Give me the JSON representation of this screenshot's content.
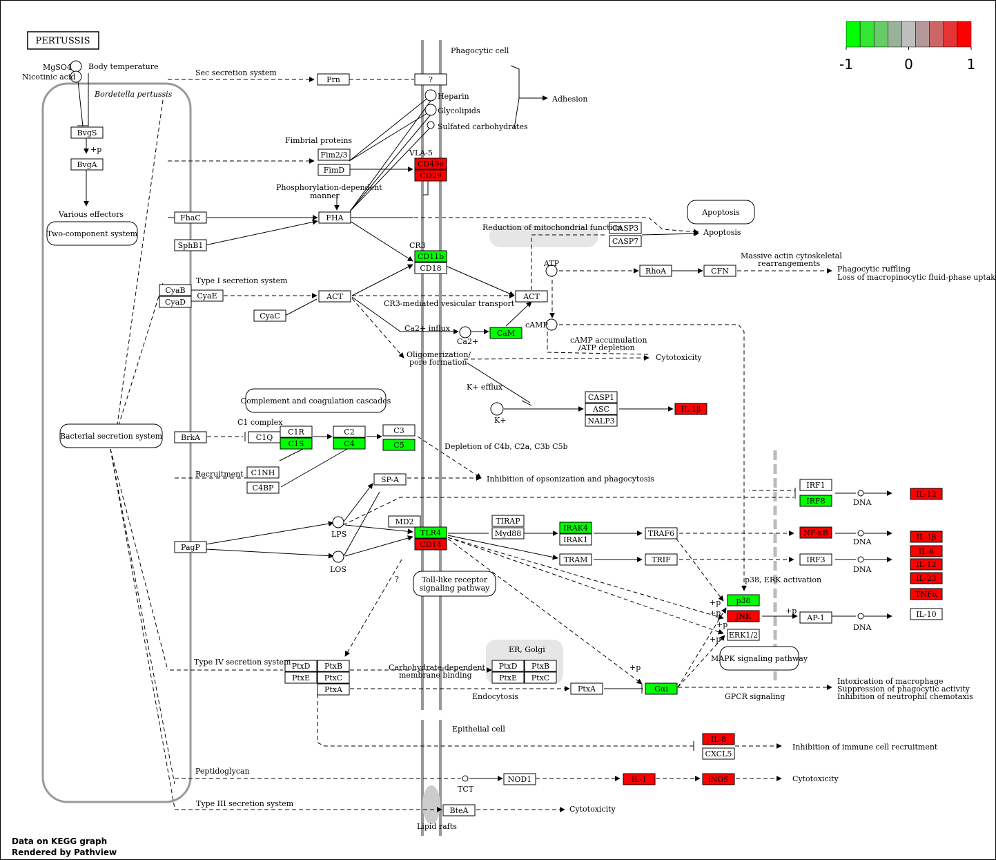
{
  "title": "PERTUSSIS",
  "footer": {
    "line1": "Data on KEGG graph",
    "line2": "Rendered by Pathview"
  },
  "legend": {
    "labels": [
      "-1",
      "0",
      "1"
    ],
    "colors": [
      "#00ff00",
      "#33e633",
      "#66cc66",
      "#99b399",
      "#bebebe",
      "#b39999",
      "#cc6666",
      "#e63333",
      "#ff0000"
    ]
  },
  "colors": {
    "up": "#ff0000",
    "down": "#00ff00",
    "none": "#ffffff",
    "membrane": "#999999",
    "region": "#e6e6e6"
  },
  "nodes": [
    {
      "id": "prn",
      "label": "Prn",
      "fill": "none"
    },
    {
      "id": "q",
      "label": "?",
      "fill": "none"
    },
    {
      "id": "bvgs",
      "label": "BvgS",
      "fill": "none"
    },
    {
      "id": "bvga",
      "label": "BvgA",
      "fill": "none"
    },
    {
      "id": "fim23",
      "label": "Fim2/3",
      "fill": "none"
    },
    {
      "id": "fimd",
      "label": "FimD",
      "fill": "none"
    },
    {
      "id": "cd49e",
      "label": "CD49e",
      "fill": "up"
    },
    {
      "id": "cd29",
      "label": "CD29",
      "fill": "up"
    },
    {
      "id": "fhac",
      "label": "FhaC",
      "fill": "none"
    },
    {
      "id": "fha",
      "label": "FHA",
      "fill": "none"
    },
    {
      "id": "sphb1",
      "label": "SphB1",
      "fill": "none"
    },
    {
      "id": "casp3",
      "label": "CASP3",
      "fill": "none"
    },
    {
      "id": "casp7",
      "label": "CASP7",
      "fill": "none"
    },
    {
      "id": "cd11b",
      "label": "CD11b",
      "fill": "down"
    },
    {
      "id": "cd18",
      "label": "CD18",
      "fill": "none"
    },
    {
      "id": "rhoa",
      "label": "RhoA",
      "fill": "none"
    },
    {
      "id": "cfn",
      "label": "CFN",
      "fill": "none"
    },
    {
      "id": "cyab",
      "label": "CyaB",
      "fill": "none"
    },
    {
      "id": "cyad",
      "label": "CyaD",
      "fill": "none"
    },
    {
      "id": "cyae",
      "label": "CyaE",
      "fill": "none"
    },
    {
      "id": "act1",
      "label": "ACT",
      "fill": "none"
    },
    {
      "id": "act2",
      "label": "ACT",
      "fill": "none"
    },
    {
      "id": "cyac",
      "label": "CyaC",
      "fill": "none"
    },
    {
      "id": "cam",
      "label": "CaM",
      "fill": "down"
    },
    {
      "id": "casp1",
      "label": "CASP1",
      "fill": "none"
    },
    {
      "id": "asc",
      "label": "ASC",
      "fill": "none"
    },
    {
      "id": "nalp3",
      "label": "NALP3",
      "fill": "none"
    },
    {
      "id": "il1b_a",
      "label": "IL-1β",
      "fill": "up"
    },
    {
      "id": "brka",
      "label": "BrkA",
      "fill": "none"
    },
    {
      "id": "c1q",
      "label": "C1Q",
      "fill": "none"
    },
    {
      "id": "c1r",
      "label": "C1R",
      "fill": "none"
    },
    {
      "id": "c1s",
      "label": "C1S",
      "fill": "down"
    },
    {
      "id": "c2",
      "label": "C2",
      "fill": "none"
    },
    {
      "id": "c4",
      "label": "C4",
      "fill": "down"
    },
    {
      "id": "c3",
      "label": "C3",
      "fill": "none"
    },
    {
      "id": "c5",
      "label": "C5",
      "fill": "down"
    },
    {
      "id": "c1nh",
      "label": "C1NH",
      "fill": "none"
    },
    {
      "id": "c4bp",
      "label": "C4BP",
      "fill": "none"
    },
    {
      "id": "spa",
      "label": "SP-A",
      "fill": "none"
    },
    {
      "id": "irf1",
      "label": "IRF1",
      "fill": "none"
    },
    {
      "id": "irf8",
      "label": "IRF8",
      "fill": "down"
    },
    {
      "id": "il12_a",
      "label": "IL-12",
      "fill": "up"
    },
    {
      "id": "md2",
      "label": "MD2",
      "fill": "none"
    },
    {
      "id": "tlr4",
      "label": "TLR4",
      "fill": "down"
    },
    {
      "id": "cd14",
      "label": "CD14",
      "fill": "up"
    },
    {
      "id": "tirap",
      "label": "TIRAP",
      "fill": "none"
    },
    {
      "id": "myd88",
      "label": "Myd88",
      "fill": "none"
    },
    {
      "id": "irak4",
      "label": "IRAK4",
      "fill": "down"
    },
    {
      "id": "irak1",
      "label": "IRAK1",
      "fill": "none"
    },
    {
      "id": "traf6",
      "label": "TRAF6",
      "fill": "none"
    },
    {
      "id": "nfkb",
      "label": "NF-κB",
      "fill": "up"
    },
    {
      "id": "pagp",
      "label": "PagP",
      "fill": "none"
    },
    {
      "id": "tram",
      "label": "TRAM",
      "fill": "none"
    },
    {
      "id": "trif",
      "label": "TRIF",
      "fill": "none"
    },
    {
      "id": "irf3",
      "label": "IRF3",
      "fill": "none"
    },
    {
      "id": "il1b_b",
      "label": "IL-1β",
      "fill": "up"
    },
    {
      "id": "il6",
      "label": "IL-6",
      "fill": "up"
    },
    {
      "id": "il12_b",
      "label": "IL-12",
      "fill": "up"
    },
    {
      "id": "il23",
      "label": "IL-23",
      "fill": "up"
    },
    {
      "id": "tnfa",
      "label": "TNFα",
      "fill": "up"
    },
    {
      "id": "il10",
      "label": "IL-10",
      "fill": "none"
    },
    {
      "id": "p38",
      "label": "p38",
      "fill": "down"
    },
    {
      "id": "jnk",
      "label": "JNK",
      "fill": "up"
    },
    {
      "id": "erk",
      "label": "ERK1/2",
      "fill": "none"
    },
    {
      "id": "ap1",
      "label": "AP-1",
      "fill": "none"
    },
    {
      "id": "ptxd1",
      "label": "PtxD",
      "fill": "none"
    },
    {
      "id": "ptxb1",
      "label": "PtxB",
      "fill": "none"
    },
    {
      "id": "ptxe1",
      "label": "PtxE",
      "fill": "none"
    },
    {
      "id": "ptxc1",
      "label": "PtxC",
      "fill": "none"
    },
    {
      "id": "ptxa1",
      "label": "PtxA",
      "fill": "none"
    },
    {
      "id": "ptxd2",
      "label": "PtxD",
      "fill": "none"
    },
    {
      "id": "ptxb2",
      "label": "PtxB",
      "fill": "none"
    },
    {
      "id": "ptxe2",
      "label": "PtxE",
      "fill": "none"
    },
    {
      "id": "ptxc2",
      "label": "PtxC",
      "fill": "none"
    },
    {
      "id": "ptxa2",
      "label": "PtxA",
      "fill": "none"
    },
    {
      "id": "gai",
      "label": "Gαi",
      "fill": "down"
    },
    {
      "id": "il8",
      "label": "IL-8",
      "fill": "up"
    },
    {
      "id": "cxcl5",
      "label": "CXCL5",
      "fill": "none"
    },
    {
      "id": "nod1",
      "label": "NOD1",
      "fill": "none"
    },
    {
      "id": "il1",
      "label": "IL-1",
      "fill": "up"
    },
    {
      "id": "inos",
      "label": "iNOS",
      "fill": "up"
    },
    {
      "id": "btea",
      "label": "BteA",
      "fill": "none"
    }
  ],
  "pathways": [
    {
      "id": "two",
      "label": "Two-component system"
    },
    {
      "id": "bss",
      "label": "Bacterial secretion system"
    },
    {
      "id": "apop",
      "label": "Apoptosis"
    },
    {
      "id": "cacc",
      "label": "Complement and coagulation cascades"
    },
    {
      "id": "tlr",
      "label": "Toll-like receptor\nsignaling pathway"
    },
    {
      "id": "mapk",
      "label": "MAPK signaling pathway"
    }
  ],
  "labels": [
    {
      "id": "mgso4",
      "text": "MgSO4"
    },
    {
      "id": "nicotinic",
      "text": "Nicotinic acid"
    },
    {
      "id": "bodytemp",
      "text": "Body temperature"
    },
    {
      "id": "bordetella",
      "text": "Bordetella pertussis"
    },
    {
      "id": "sec",
      "text": "Sec secretion system"
    },
    {
      "id": "phagocytic",
      "text": "Phagocytic cell"
    },
    {
      "id": "heparin",
      "text": "Heparin"
    },
    {
      "id": "glycolipids",
      "text": "Glycolipids"
    },
    {
      "id": "sulfated",
      "text": "Sulfated carbohydrates"
    },
    {
      "id": "adhesion",
      "text": "Adhesion"
    },
    {
      "id": "fimbrial",
      "text": "Fimbrial proteins"
    },
    {
      "id": "vla5",
      "text": "VLA-5"
    },
    {
      "id": "plusp1",
      "text": "+p"
    },
    {
      "id": "phos1",
      "text": "Phosphorylation-dependent"
    },
    {
      "id": "phos2",
      "text": "manner"
    },
    {
      "id": "various",
      "text": "Various effectors"
    },
    {
      "id": "reduction",
      "text": "Reduction of mitochondrial function"
    },
    {
      "id": "apoptosis2",
      "text": "Apoptosis"
    },
    {
      "id": "cr3",
      "text": "CR3"
    },
    {
      "id": "atp",
      "text": "ATP"
    },
    {
      "id": "massive1",
      "text": "Massive actin cytoskeletal"
    },
    {
      "id": "massive2",
      "text": "rearrangements"
    },
    {
      "id": "phago1",
      "text": "Phagocytic ruffling"
    },
    {
      "id": "phago2",
      "text": "Loss of macropinocytic fluid-phase uptake"
    },
    {
      "id": "type1",
      "text": "Type I secretion system"
    },
    {
      "id": "cr3med",
      "text": "CR3-mediated vesicular transport"
    },
    {
      "id": "ca2flux",
      "text": "Ca2+ influx"
    },
    {
      "id": "ca2",
      "text": "Ca2+"
    },
    {
      "id": "camp",
      "text": "cAMP"
    },
    {
      "id": "campacc1",
      "text": "cAMP accumulation"
    },
    {
      "id": "campacc2",
      "text": "/ATP depletion"
    },
    {
      "id": "cytotox1",
      "text": "Cytotoxicity"
    },
    {
      "id": "oligo1",
      "text": "Oligomerization/"
    },
    {
      "id": "oligo2",
      "text": "pore formation"
    },
    {
      "id": "kefflux",
      "text": "K+ efflux"
    },
    {
      "id": "kplus",
      "text": "K+"
    },
    {
      "id": "c1complex",
      "text": "C1 complex"
    },
    {
      "id": "depletion",
      "text": "Depletion of C4b, C2a, C3b C5b"
    },
    {
      "id": "recruitment",
      "text": "Recruitment"
    },
    {
      "id": "inhibition1",
      "text": "Inhibition of opsonization and phagocytosis"
    },
    {
      "id": "dna1",
      "text": "DNA"
    },
    {
      "id": "lps",
      "text": "LPS"
    },
    {
      "id": "los",
      "text": "LOS"
    },
    {
      "id": "dna2",
      "text": "DNA"
    },
    {
      "id": "dna3",
      "text": "DNA"
    },
    {
      "id": "qmark",
      "text": "?"
    },
    {
      "id": "p38erk",
      "text": "p38, ERK activation"
    },
    {
      "id": "pp1",
      "text": "+p"
    },
    {
      "id": "pp2",
      "text": "+p"
    },
    {
      "id": "pp3",
      "text": "+p"
    },
    {
      "id": "pp4",
      "text": "+p"
    },
    {
      "id": "pp5",
      "text": "+p"
    },
    {
      "id": "dna4",
      "text": "DNA"
    },
    {
      "id": "ergolgi",
      "text": "ER, Golgi"
    },
    {
      "id": "type4",
      "text": "Type IV secretion system"
    },
    {
      "id": "carbo1",
      "text": "Carbohydrate-dependent"
    },
    {
      "id": "carbo2",
      "text": "membrane binding"
    },
    {
      "id": "pp6",
      "text": "+p"
    },
    {
      "id": "intox1",
      "text": "Intoxication of macrophage"
    },
    {
      "id": "intox2",
      "text": "Suppression of phagocytic activity"
    },
    {
      "id": "intox3",
      "text": "Inhibition of neutrophil chemotaxis"
    },
    {
      "id": "endocytosis",
      "text": "Endocytosis"
    },
    {
      "id": "gpcr",
      "text": "GPCR signaling"
    },
    {
      "id": "epithelial",
      "text": "Epithelial cell"
    },
    {
      "id": "inhibition2",
      "text": "Inhibition of immune cell recruitment"
    },
    {
      "id": "peptido",
      "text": "Peptidoglycan"
    },
    {
      "id": "tct",
      "text": "TCT"
    },
    {
      "id": "cytotox2",
      "text": "Cytotoxicity"
    },
    {
      "id": "type3",
      "text": "Type III secretion system"
    },
    {
      "id": "cytotox3",
      "text": "Cytotoxicity"
    },
    {
      "id": "lipidrafts",
      "text": "Lipid rafts"
    }
  ]
}
